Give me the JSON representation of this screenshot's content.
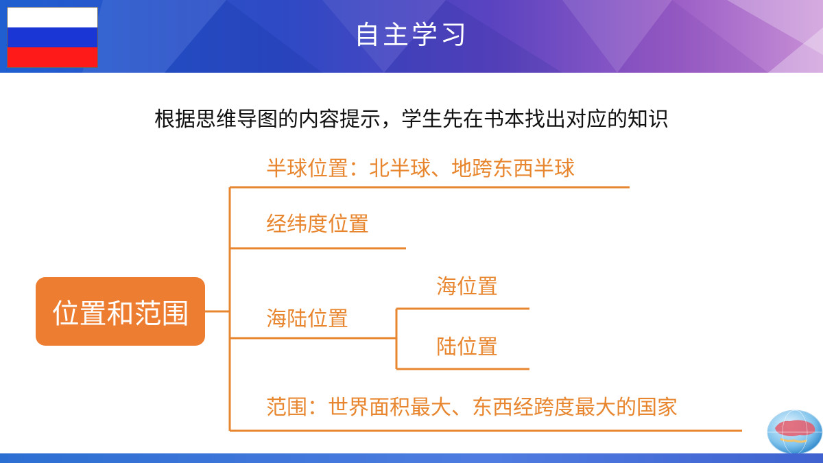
{
  "header": {
    "title": "自主学习"
  },
  "flag": {
    "colors": [
      "#ffffff",
      "#1a37d6",
      "#ff1a1a"
    ]
  },
  "instruction": "根据思维导图的内容提示，学生先在书本找出对应的知识",
  "mindmap": {
    "root": "位置和范围",
    "branches": {
      "hemisphere": "半球位置：北半球、地跨东西半球",
      "latlon": "经纬度位置",
      "sealand": "海陆位置",
      "sea": "海位置",
      "land": "陆位置",
      "extent": "范围：世界面积最大、东西经跨度最大的国家"
    },
    "colors": {
      "accent": "#ed7d31",
      "line": "#e8862f"
    }
  }
}
